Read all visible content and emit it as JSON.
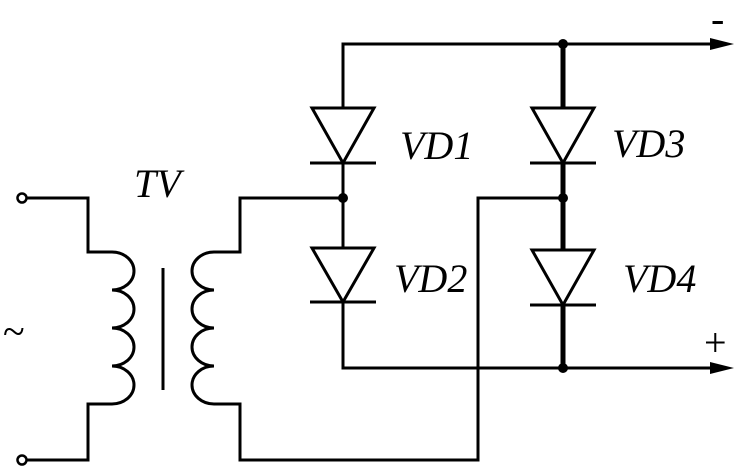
{
  "diagram": {
    "labels": {
      "transformer": "TV",
      "vd1": "VD1",
      "vd2": "VD2",
      "vd3": "VD3",
      "vd4": "VD4",
      "ac_source": "~",
      "output_negative": "-",
      "output_positive": "+"
    }
  }
}
